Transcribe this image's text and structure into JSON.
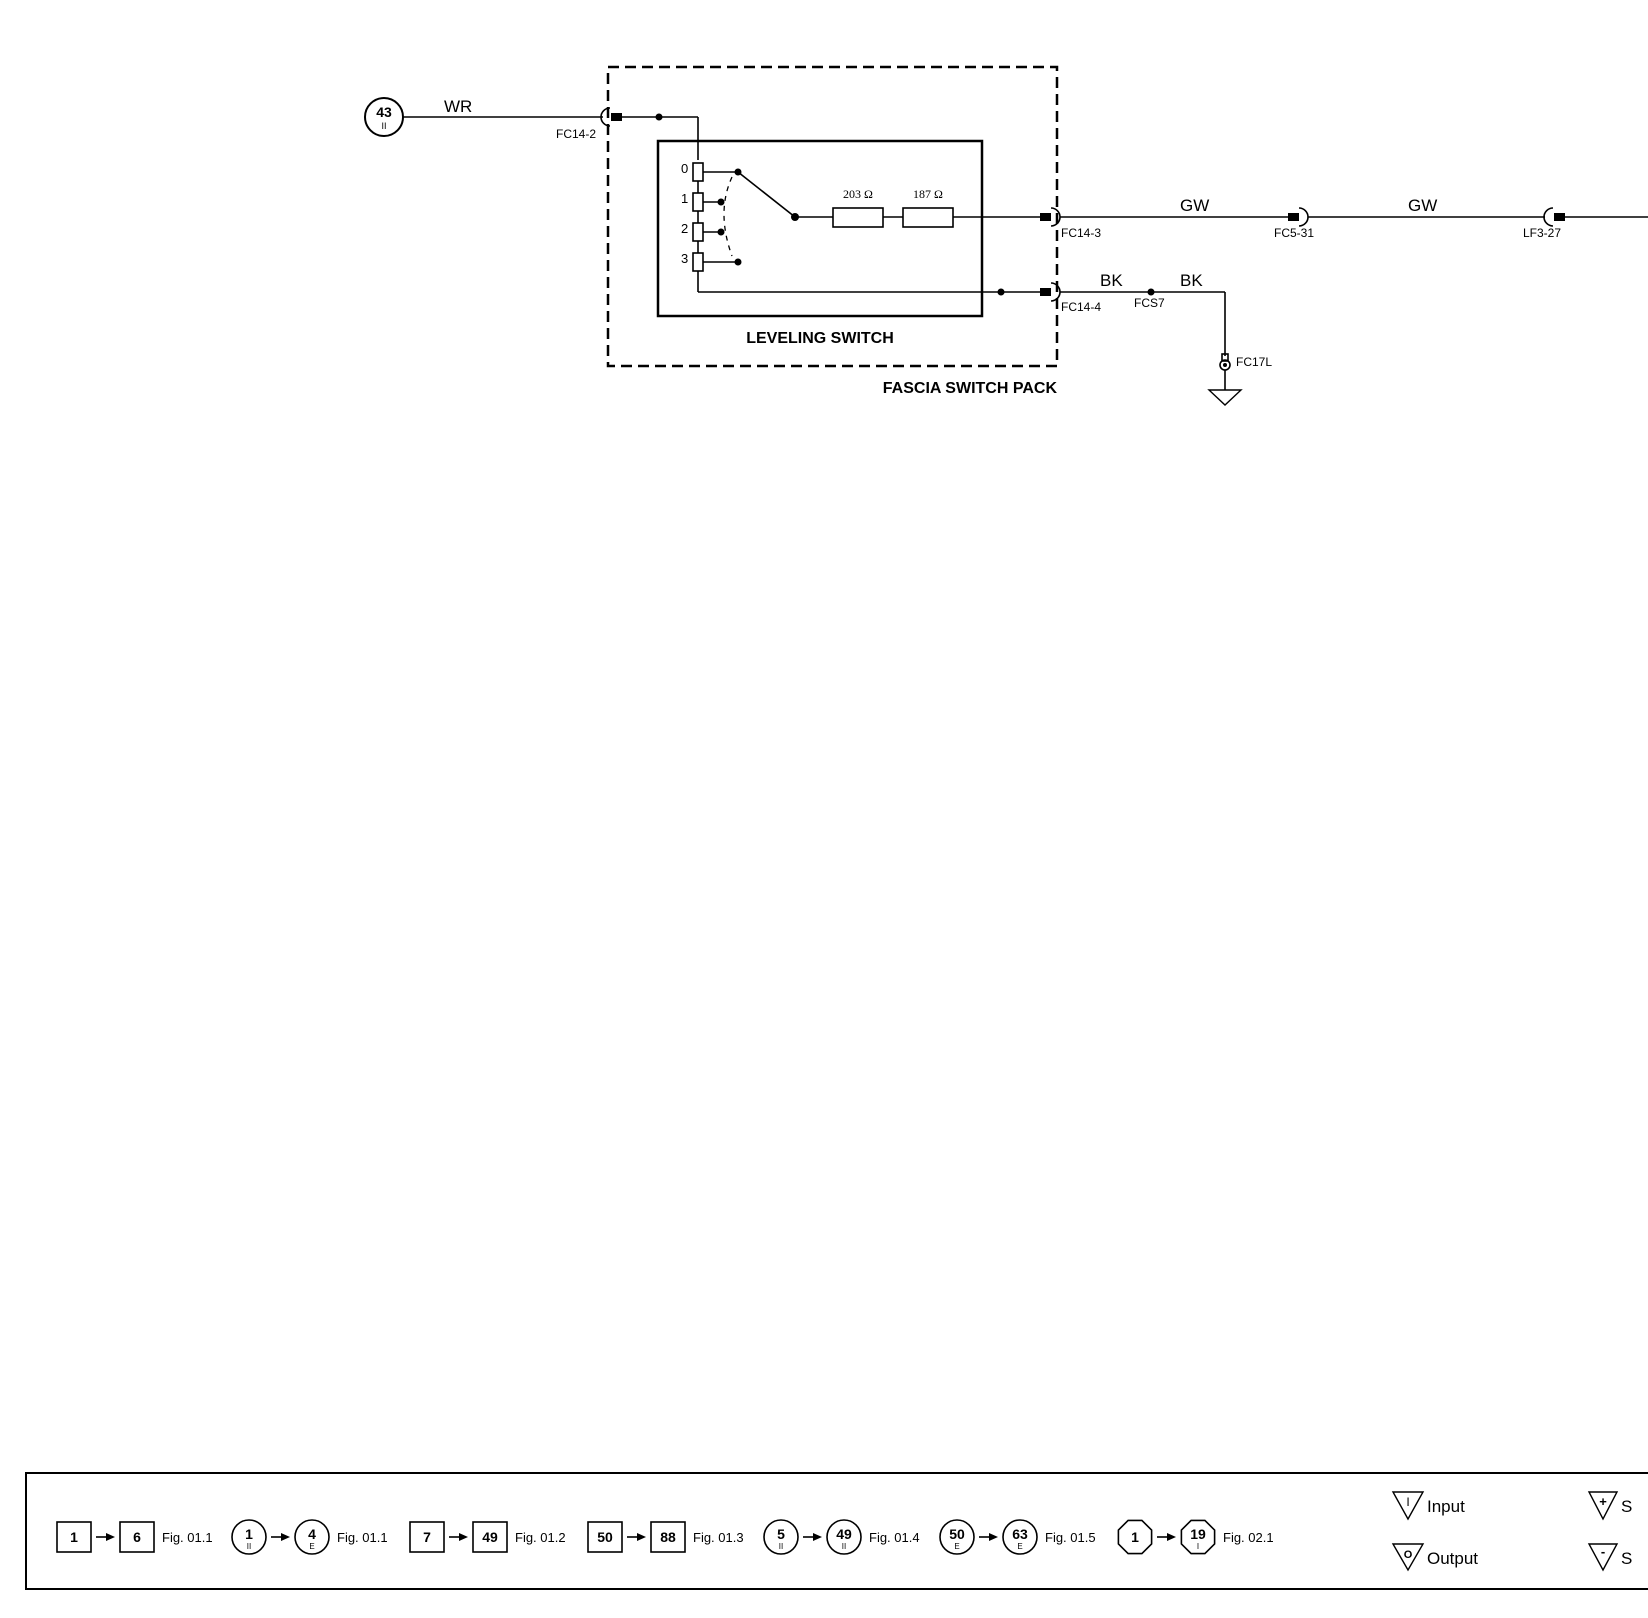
{
  "diagram": {
    "off_sheet_ref": {
      "number": "43",
      "sub": "II"
    },
    "wires": {
      "wr": "WR",
      "gw_1": "GW",
      "gw_2": "GW",
      "bk_1": "BK",
      "bk_2": "BK"
    },
    "connectors": {
      "fc14_2": "FC14-2",
      "fc14_3": "FC14-3",
      "fc14_4": "FC14-4",
      "fc5_31": "FC5-31",
      "lf3_27": "LF3-27",
      "fcs7": "FCS7",
      "fc17l": "FC17L"
    },
    "switch_positions": [
      "0",
      "1",
      "2",
      "3"
    ],
    "resistors": {
      "r1": "203 Ω",
      "r2": "187 Ω"
    },
    "components": {
      "leveling_switch": "LEVELING SWITCH",
      "fascia_switch_pack": "FASCIA SWITCH PACK"
    }
  },
  "legend": {
    "ranges": [
      {
        "from": "1",
        "from_sub": "",
        "to": "6",
        "to_sub": "",
        "shape": "square",
        "fig": "Fig. 01.1"
      },
      {
        "from": "1",
        "from_sub": "II",
        "to": "4",
        "to_sub": "E",
        "shape": "circle",
        "fig": "Fig. 01.1"
      },
      {
        "from": "7",
        "from_sub": "",
        "to": "49",
        "to_sub": "",
        "shape": "square",
        "fig": "Fig. 01.2"
      },
      {
        "from": "50",
        "from_sub": "",
        "to": "88",
        "to_sub": "",
        "shape": "square",
        "fig": "Fig. 01.3"
      },
      {
        "from": "5",
        "from_sub": "II",
        "to": "49",
        "to_sub": "II",
        "shape": "circle",
        "fig": "Fig. 01.4"
      },
      {
        "from": "50",
        "from_sub": "E",
        "to": "63",
        "to_sub": "E",
        "shape": "circle",
        "fig": "Fig. 01.5"
      },
      {
        "from": "1",
        "from_sub": "",
        "to": "19",
        "to_sub": "I",
        "shape": "octagon",
        "fig": "Fig. 02.1"
      }
    ],
    "io_symbols": {
      "input_mark": "I",
      "input": "Input",
      "output_mark": "O",
      "output": "Output",
      "supply_plus_mark": "+",
      "supply_plus": "S",
      "supply_minus_mark": "-",
      "supply_minus": "S"
    }
  }
}
